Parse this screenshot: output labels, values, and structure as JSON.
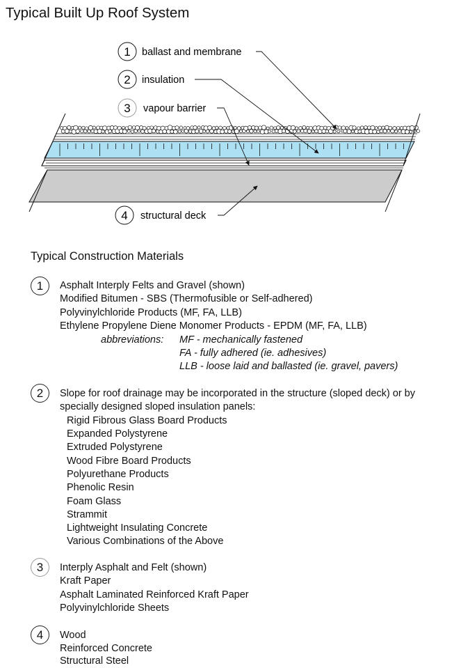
{
  "title": "Typical Built Up Roof System",
  "diagram": {
    "callouts": [
      {
        "number": "1",
        "label": "ballast and membrane"
      },
      {
        "number": "2",
        "label": "insulation"
      },
      {
        "number": "3",
        "label": "vapour barrier"
      },
      {
        "number": "4",
        "label": "structural deck"
      }
    ],
    "colors": {
      "insulation": "#aee0f4",
      "deck": "#cccccc",
      "gravel": "#ffffff",
      "line": "#111111",
      "light_circle": "#9a9a9a"
    }
  },
  "materials": {
    "title": "Typical Construction Materials",
    "groups": [
      {
        "number": "1",
        "lines": [
          "Asphalt Interply Felts and Gravel (shown)",
          "Modified Bitumen - SBS (Thermofusible or Self-adhered)",
          "Polyvinylchloride Products (MF, FA, LLB)",
          "Ethylene Propylene Diene Monomer Products - EPDM (MF, FA, LLB)"
        ],
        "abbreviations_label": "abbreviations:",
        "abbreviations": [
          "MF - mechanically fastened",
          "FA - fully adhered (ie. adhesives)",
          "LLB - loose laid and ballasted (ie. gravel, pavers)"
        ]
      },
      {
        "number": "2",
        "lines": [
          "Slope for roof drainage may be incorporated in the structure (sloped deck) or by",
          "specially designed sloped insulation panels:"
        ],
        "items": [
          "Rigid Fibrous Glass Board Products",
          "Expanded Polystyrene",
          "Extruded Polystyrene",
          "Wood Fibre Board Products",
          "Polyurethane Products",
          "Phenolic Resin",
          "Foam Glass",
          "Strammit",
          "Lightweight Insulating Concrete",
          "Various Combinations of the Above"
        ]
      },
      {
        "number": "3",
        "lines": [
          "Interply Asphalt and Felt (shown)",
          "Kraft Paper",
          "Asphalt Laminated Reinforced Kraft Paper",
          "Polyvinylchloride Sheets"
        ]
      },
      {
        "number": "4",
        "lines": [
          "Wood",
          "Reinforced Concrete",
          "Structural Steel"
        ]
      }
    ]
  }
}
